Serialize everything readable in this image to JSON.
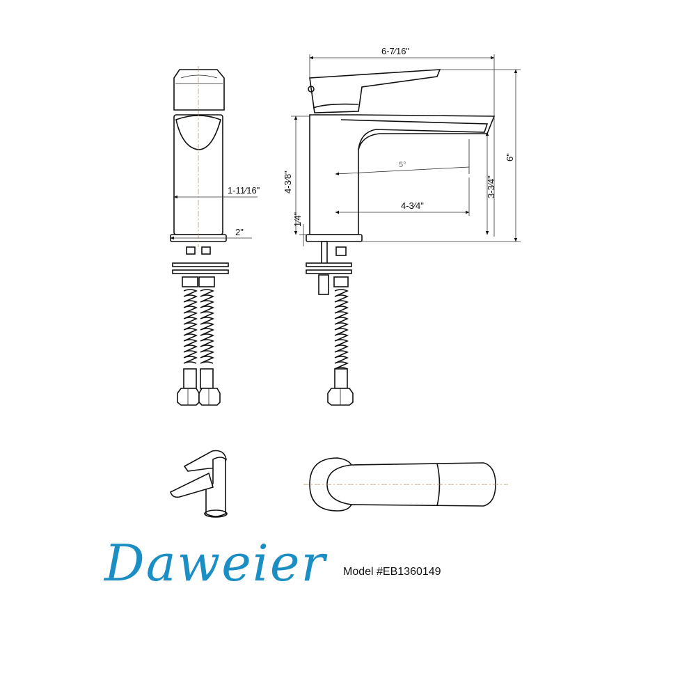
{
  "dimensions": {
    "front_body_width": "1-11⁄16\"",
    "front_base_width": "2\"",
    "overall_length": "6-7⁄16\"",
    "overall_height": "6\"",
    "body_height": "4-3⁄8\"",
    "spout_clearance": "3-3⁄4\"",
    "spout_reach": "4-3⁄4\"",
    "base_thickness": "1⁄4\"",
    "spout_angle": "5°"
  },
  "brand": {
    "logo_text": "Daweier"
  },
  "model": {
    "label": "Model #EB1360149"
  },
  "colors": {
    "line": "#111111",
    "centerline": "#a88a5a",
    "logo": "#1b8fc4"
  }
}
